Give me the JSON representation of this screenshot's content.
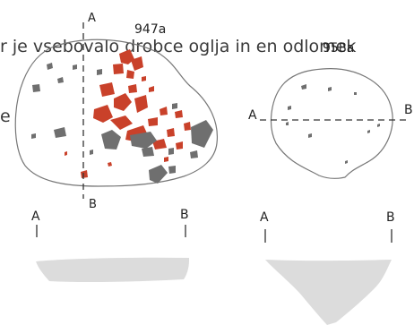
{
  "caption": {
    "line1": "r je vsebovalo drobce oglja in en odlomek",
    "line2": "e"
  },
  "features": [
    {
      "id": "947a",
      "section_marks": {
        "top": "A",
        "bottom": "B"
      },
      "profile_labels": {
        "left": "A",
        "right": "B"
      }
    },
    {
      "id": "958a",
      "section_marks": {
        "left": "A",
        "right": "B"
      },
      "profile_labels": {
        "left": "A",
        "right": "B"
      }
    }
  ],
  "colors": {
    "outline": "#777777",
    "charcoal": "#c9412a",
    "stone": "#6f6f6f",
    "profile_fill": "#dcdcdc",
    "section_line": "#333333"
  }
}
